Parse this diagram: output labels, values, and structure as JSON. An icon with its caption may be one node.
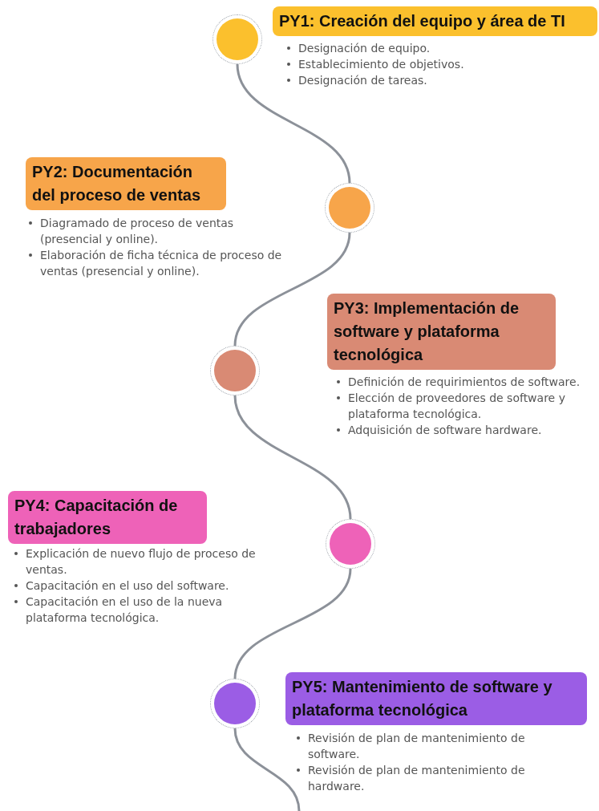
{
  "diagram": {
    "nodes": [
      {
        "text": [],
        "shape": "circle"
      },
      {
        "text": [
          "PY1: Creación del equipo y área de TI"
        ],
        "beside": [
          "Designación de equipo.",
          "Establecimiento de objetivos.",
          "Designación de tareas."
        ]
      },
      {
        "text": [
          "PY2: Documentación del proceso de ventas"
        ],
        "beside": [
          "Diagramado de proceso de ventas (presencial y online).",
          "Elaboración de ficha técnica de proceso de ventas (presencial y online)."
        ]
      },
      {
        "text": [],
        "shape": "circle"
      },
      {
        "text": [],
        "shape": "circle"
      },
      {
        "text": [
          "PY3: Implementación de software y plataforma tecnológica"
        ],
        "beside": [
          "Definición de requirimientos de software.",
          "Elección de proveedores de software y plataforma tecnológica.",
          "Adquisición de software hardware."
        ]
      },
      {
        "text": [
          "PY4: Capacitación de trabajadores"
        ],
        "beside": [
          "Explicación de nuevo flujo de proceso de ventas.",
          "Capacitación en el uso del software.",
          "Capacitación en el uso de la nueva plataforma tecnológica."
        ]
      },
      {
        "text": [],
        "shape": "circle"
      },
      {
        "text": [],
        "shape": "circle"
      },
      {
        "text": [
          "PY5: Mantenimiento de software y plataforma tecnológica"
        ],
        "beside": [
          "Revisión de plan de mantenimiento de software.",
          "Revisión de plan de mantenimiento de hardware."
        ]
      }
    ],
    "edges": [
      {
        "from": 0,
        "to": 3,
        "arrow": "none"
      },
      {
        "from": 3,
        "to": 4,
        "arrow": "none"
      },
      {
        "from": 4,
        "to": 7,
        "arrow": "none"
      },
      {
        "from": 7,
        "to": 8,
        "arrow": "none"
      },
      {
        "from": 8,
        "to": null,
        "arrow": "none"
      }
    ]
  }
}
